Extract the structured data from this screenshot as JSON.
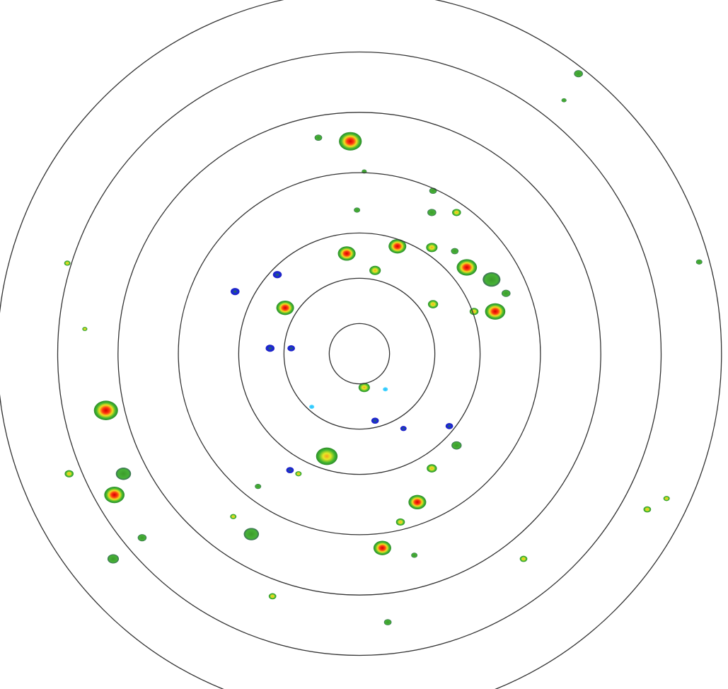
{
  "display": {
    "center_units": [
      0,
      0
    ],
    "range_rings": [
      0.5,
      1.25,
      2,
      3,
      4,
      5,
      6
    ],
    "ring_color": "#333333",
    "level_colors": {
      "0": "#33ccff",
      "1": "#1a1adb",
      "2": "#3aa52a",
      "3": "#d8e020",
      "4": "#e01010"
    }
  },
  "echoes": [
    {
      "east": -0.15,
      "north": 3.52,
      "size": 0.18,
      "level": 4
    },
    {
      "east": -0.68,
      "north": 3.58,
      "size": 0.06,
      "level": 2
    },
    {
      "east": 3.63,
      "north": 4.64,
      "size": 0.07,
      "level": 2
    },
    {
      "east": -0.21,
      "north": 1.66,
      "size": 0.14,
      "level": 4
    },
    {
      "east": 0.63,
      "north": 1.78,
      "size": 0.14,
      "level": 4
    },
    {
      "east": 0.26,
      "north": 1.38,
      "size": 0.09,
      "level": 3
    },
    {
      "east": 1.2,
      "north": 1.76,
      "size": 0.09,
      "level": 3
    },
    {
      "east": 1.2,
      "north": 2.34,
      "size": 0.07,
      "level": 2
    },
    {
      "east": 1.61,
      "north": 2.34,
      "size": 0.07,
      "level": 3
    },
    {
      "east": 1.78,
      "north": 1.43,
      "size": 0.16,
      "level": 4
    },
    {
      "east": 2.19,
      "north": 1.23,
      "size": 0.14,
      "level": 2
    },
    {
      "east": 2.25,
      "north": 0.7,
      "size": 0.16,
      "level": 4
    },
    {
      "east": 1.9,
      "north": 0.7,
      "size": 0.07,
      "level": 3
    },
    {
      "east": 2.43,
      "north": 1.0,
      "size": 0.07,
      "level": 2
    },
    {
      "east": -1.23,
      "north": 0.76,
      "size": 0.14,
      "level": 4
    },
    {
      "east": -1.36,
      "north": 1.31,
      "size": 0.07,
      "level": 1
    },
    {
      "east": -2.06,
      "north": 1.03,
      "size": 0.07,
      "level": 1
    },
    {
      "east": -1.48,
      "north": 0.09,
      "size": 0.07,
      "level": 1
    },
    {
      "east": 1.22,
      "north": 0.82,
      "size": 0.08,
      "level": 3
    },
    {
      "east": 0.08,
      "north": -0.56,
      "size": 0.09,
      "level": 3
    },
    {
      "east": -0.54,
      "north": -1.7,
      "size": 0.17,
      "level": 3
    },
    {
      "east": -4.2,
      "north": -0.94,
      "size": 0.19,
      "level": 4
    },
    {
      "east": -4.06,
      "north": -2.34,
      "size": 0.16,
      "level": 4
    },
    {
      "east": -3.91,
      "north": -1.99,
      "size": 0.12,
      "level": 2
    },
    {
      "east": -4.81,
      "north": -1.99,
      "size": 0.07,
      "level": 3
    },
    {
      "east": -4.08,
      "north": -3.4,
      "size": 0.09,
      "level": 2
    },
    {
      "east": 0.96,
      "north": -2.46,
      "size": 0.14,
      "level": 4
    },
    {
      "east": 0.38,
      "north": -3.22,
      "size": 0.14,
      "level": 4
    },
    {
      "east": 0.68,
      "north": -2.79,
      "size": 0.07,
      "level": 3
    },
    {
      "east": -1.79,
      "north": -2.99,
      "size": 0.12,
      "level": 2
    },
    {
      "east": 1.61,
      "north": -1.52,
      "size": 0.08,
      "level": 2
    },
    {
      "east": 1.2,
      "north": -1.9,
      "size": 0.08,
      "level": 3
    },
    {
      "east": 0.26,
      "north": -1.11,
      "size": 0.06,
      "level": 1
    },
    {
      "east": 0.73,
      "north": -1.24,
      "size": 0.05,
      "level": 1
    },
    {
      "east": 1.49,
      "north": -1.2,
      "size": 0.06,
      "level": 1
    },
    {
      "east": 4.77,
      "north": -2.58,
      "size": 0.06,
      "level": 3
    },
    {
      "east": 5.09,
      "north": -2.4,
      "size": 0.05,
      "level": 3
    },
    {
      "east": 2.72,
      "north": -3.4,
      "size": 0.06,
      "level": 3
    },
    {
      "east": -1.44,
      "north": -4.02,
      "size": 0.06,
      "level": 3
    },
    {
      "east": 5.63,
      "north": 1.52,
      "size": 0.05,
      "level": 2
    },
    {
      "east": -4.84,
      "north": 1.5,
      "size": 0.05,
      "level": 3
    },
    {
      "east": -4.55,
      "north": 0.41,
      "size": 0.04,
      "level": 3
    },
    {
      "east": -3.6,
      "north": -3.05,
      "size": 0.07,
      "level": 2
    },
    {
      "east": 1.22,
      "north": 2.7,
      "size": 0.06,
      "level": 2
    },
    {
      "east": -0.04,
      "north": 2.38,
      "size": 0.05,
      "level": 2
    },
    {
      "east": -1.15,
      "north": -1.93,
      "size": 0.06,
      "level": 1
    },
    {
      "east": -1.01,
      "north": -1.99,
      "size": 0.05,
      "level": 3
    },
    {
      "east": -1.68,
      "north": -2.2,
      "size": 0.05,
      "level": 2
    },
    {
      "east": -2.09,
      "north": -2.7,
      "size": 0.05,
      "level": 3
    },
    {
      "east": 0.47,
      "north": -4.45,
      "size": 0.06,
      "level": 2
    },
    {
      "east": 0.91,
      "north": -3.34,
      "size": 0.05,
      "level": 2
    },
    {
      "east": 1.58,
      "north": 1.7,
      "size": 0.06,
      "level": 2
    },
    {
      "east": -1.13,
      "north": 0.09,
      "size": 0.06,
      "level": 1
    },
    {
      "east": 3.39,
      "north": 4.2,
      "size": 0.04,
      "level": 2
    },
    {
      "east": 0.08,
      "north": 3.02,
      "size": 0.04,
      "level": 2
    },
    {
      "east": -0.79,
      "north": -0.88,
      "size": 0.04,
      "level": 0
    },
    {
      "east": 0.43,
      "north": -0.59,
      "size": 0.04,
      "level": 0
    }
  ]
}
